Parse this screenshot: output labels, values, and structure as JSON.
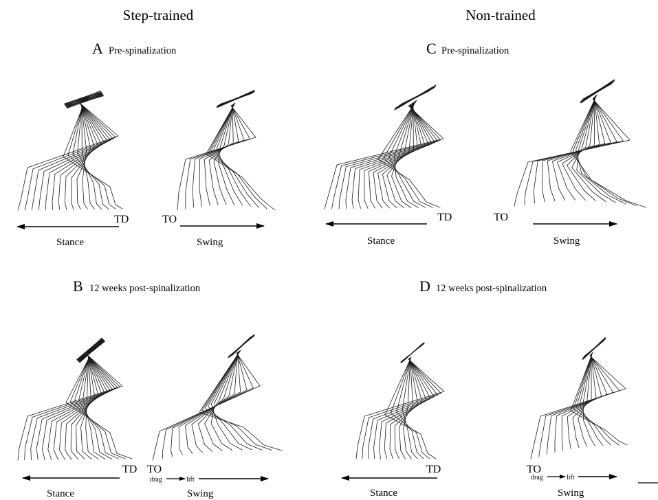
{
  "column_titles": {
    "left": "Step-trained",
    "right": "Non-trained"
  },
  "panels": {
    "A": {
      "letter": "A",
      "caption": "Pre-spinalization"
    },
    "B": {
      "letter": "B",
      "caption": "12 weeks post-spinalization"
    },
    "C": {
      "letter": "C",
      "caption": "Pre-spinalization"
    },
    "D": {
      "letter": "D",
      "caption": "12 weeks post-spinalization"
    }
  },
  "phase_labels": {
    "stance": "Stance",
    "swing": "Swing",
    "touchdown": "TD",
    "toe_off": "TO",
    "drag": "drag",
    "lift": "lift"
  }
}
